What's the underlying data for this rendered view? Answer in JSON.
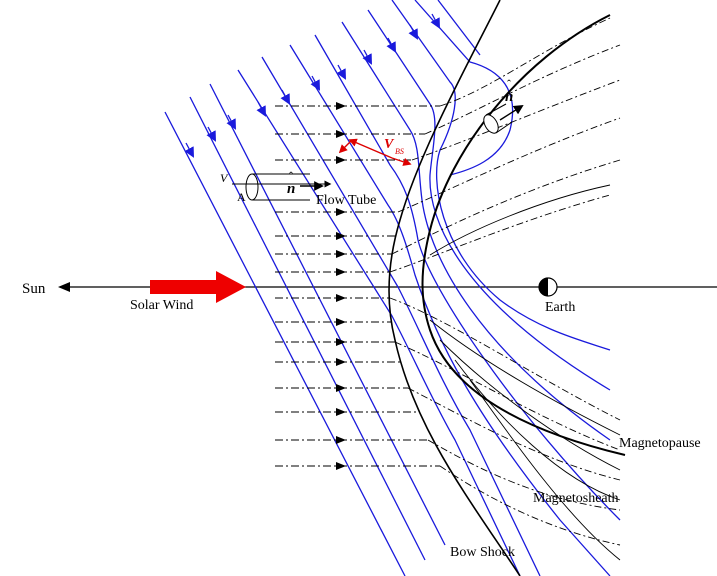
{
  "labels": {
    "sun": "Sun",
    "solar_wind": "Solar Wind",
    "earth": "Earth",
    "flow_tube": "Flow Tube",
    "v_a": "V",
    "a": "A",
    "n_hat": "n",
    "v_bs": "V",
    "v_bs_sub": "BS",
    "magnetopause": "Magnetopause",
    "magnetosheath": "Magnetosheath",
    "bow_shock": "Bow Shock"
  },
  "colors": {
    "field_lines": "#1a1adc",
    "solar_wind_arrow": "#ee0000",
    "velocity_vectors": "#dd0000",
    "structure_lines": "#000000",
    "background": "#ffffff"
  },
  "icons": {
    "earth": "half-filled-circle-icon",
    "flow_tube": "cylinder-icon"
  }
}
